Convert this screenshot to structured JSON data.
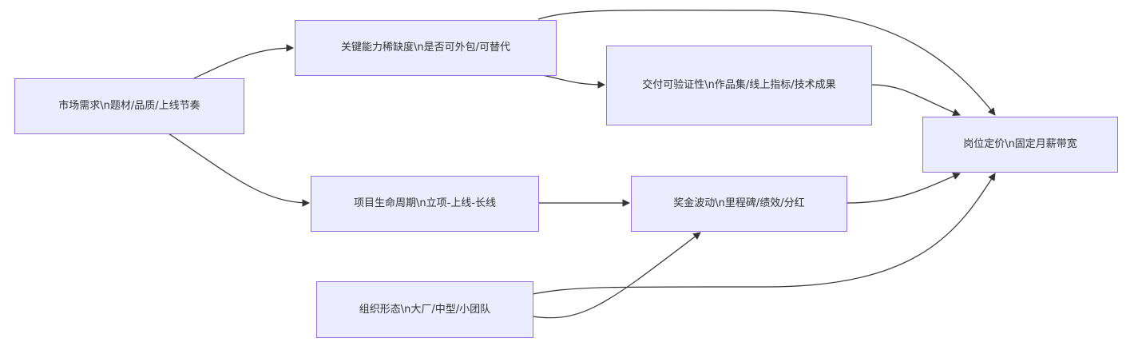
{
  "diagram": {
    "type": "flowchart",
    "direction": "LR",
    "colors": {
      "node_fill": "#ECECFF",
      "node_border": "#9370DB",
      "edge": "#333333",
      "text": "#333333"
    },
    "nodes": [
      {
        "id": "market",
        "label": "市场需求\\n题材/品质/上线节奏"
      },
      {
        "id": "scarcity",
        "label": "关键能力稀缺度\\n是否可外包/可替代"
      },
      {
        "id": "verifiable",
        "label": "交付可验证性\\n作品集/线上指标/技术成果"
      },
      {
        "id": "pricing",
        "label": "岗位定价\\n固定月薪带宽"
      },
      {
        "id": "lifecycle",
        "label": "项目生命周期\\n立项-上线-长线"
      },
      {
        "id": "bonus",
        "label": "奖金波动\\n里程碑/绩效/分红"
      },
      {
        "id": "org",
        "label": "组织形态\\n大厂/中型/小团队"
      }
    ],
    "edges": [
      {
        "from": "market",
        "to": "scarcity"
      },
      {
        "from": "market",
        "to": "lifecycle"
      },
      {
        "from": "scarcity",
        "to": "verifiable"
      },
      {
        "from": "scarcity",
        "to": "pricing"
      },
      {
        "from": "verifiable",
        "to": "pricing"
      },
      {
        "from": "lifecycle",
        "to": "bonus"
      },
      {
        "from": "bonus",
        "to": "pricing"
      },
      {
        "from": "org",
        "to": "bonus"
      },
      {
        "from": "org",
        "to": "pricing"
      }
    ]
  }
}
